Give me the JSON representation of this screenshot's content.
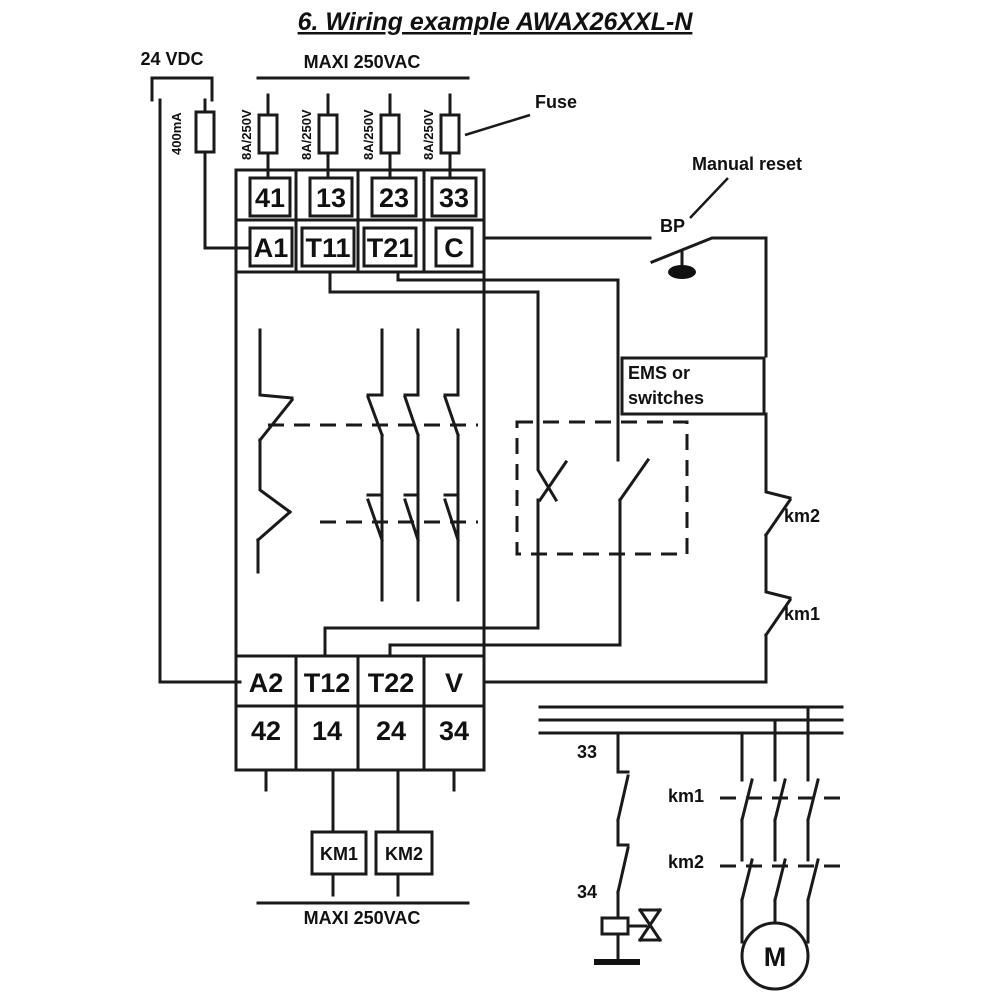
{
  "title": "6. Wiring example AWAX26XXL-N",
  "supply": {
    "dc": "24 VDC",
    "ac_top": "MAXI 250VAC",
    "ac_bottom": "MAXI 250VAC"
  },
  "fuses": {
    "label": "Fuse",
    "dc_rating": "400mA",
    "ac_rating": "8A/250V"
  },
  "terminals_top_row1": [
    "41",
    "13",
    "23",
    "33"
  ],
  "terminals_top_row2": [
    "A1",
    "T11",
    "T21",
    "C"
  ],
  "terminals_bottom_row1": [
    "A2",
    "T12",
    "T22",
    "V"
  ],
  "terminals_bottom_row2": [
    "42",
    "14",
    "24",
    "34"
  ],
  "manual_reset": {
    "label": "Manual reset",
    "button": "BP"
  },
  "ems": {
    "line1": "EMS or",
    "line2": "switches"
  },
  "feedback_contacts": [
    "km2",
    "km1"
  ],
  "coils": [
    "KM1",
    "KM2"
  ],
  "valve_circuit": {
    "top": "33",
    "bottom": "34"
  },
  "power_contacts": [
    "km1",
    "km2"
  ],
  "motor": "M"
}
